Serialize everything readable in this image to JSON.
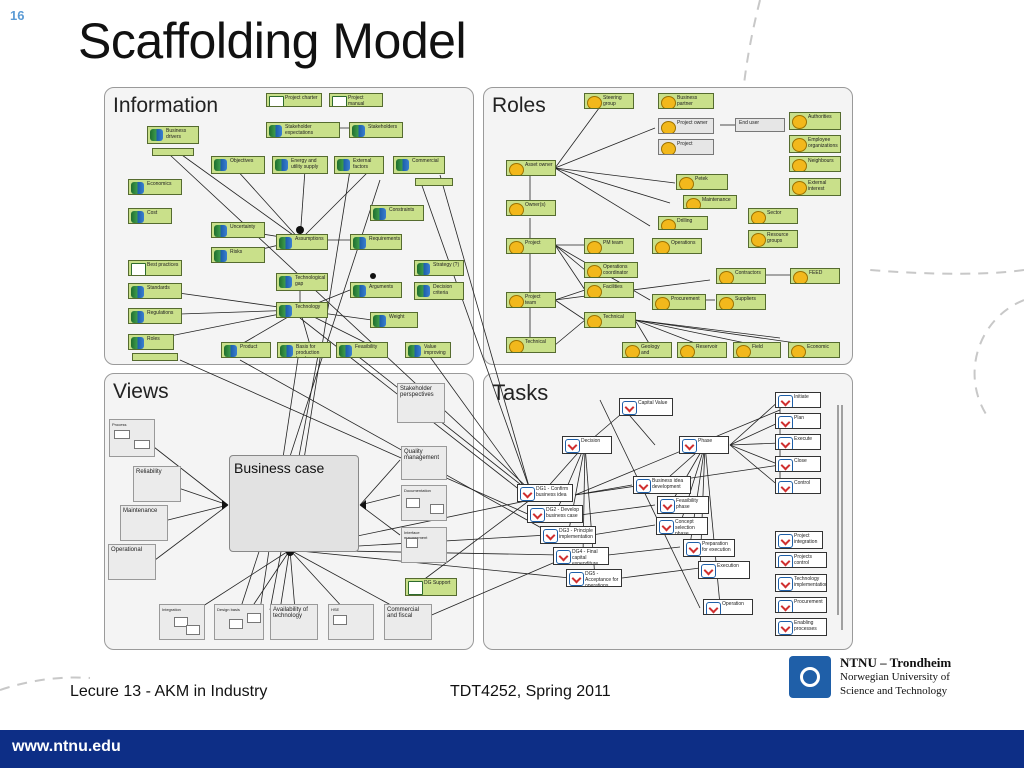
{
  "slide": {
    "number": "16",
    "title": "Scaffolding Model"
  },
  "panels": {
    "information": "Information",
    "roles": "Roles",
    "views": "Views",
    "tasks": "Tasks"
  },
  "information_nodes": {
    "project_charter": "Project charter",
    "project_manual": "Project manual",
    "stakeholder_expectations": "Stakeholder expectations",
    "stakeholders": "Stakeholders",
    "business_drivers": "Business drivers",
    "objectives": "Objectives",
    "energy_supply": "Energy and utility supply",
    "external_factors": "External factors",
    "commercial": "Commercial",
    "economics": "Economics",
    "cost": "Cost",
    "constraints": "Constraints",
    "uncertainty": "Uncertainty",
    "assumptions": "Assumptions",
    "requirements": "Requirements",
    "risks": "Risks",
    "best_practices": "Best practices",
    "technological_gap": "Technological gap",
    "strategy": "Strategy (?)",
    "arguments": "Arguments",
    "decision_criteria": "Decision criteria",
    "standards": "Standards",
    "technology": "Technology",
    "regulations": "Regulations",
    "weight": "Weight",
    "roles": "Roles",
    "product": "Product",
    "basis_production": "Basis for production level",
    "feasibility": "Feasibility",
    "value_improving": "Value improving"
  },
  "role_nodes": {
    "steering_group": "Steering group",
    "business_partner": "Business partner",
    "project_owner": "Project owner",
    "end_user": "End user",
    "authorities": "Authorities",
    "project": "Project",
    "employee_organizations": "Employee organizations",
    "asset_owner": "Asset owner",
    "neighbours": "Neighbours",
    "petek": "Petek",
    "external_interest": "External interest",
    "maintenance": "Maintenance",
    "owner_s": "Owner(s)",
    "sector": "Sector",
    "drilling": "Drilling",
    "resource_groups": "Resource groups",
    "project_role": "Project",
    "pm_team": "PM team",
    "operations": "Operations",
    "operations_coordinator": "Operations coordinator",
    "contractors": "Contractors",
    "feed": "FEED",
    "project_team": "Project team",
    "facilities": "Facilities",
    "procurement": "Procurement",
    "suppliers": "Suppliers",
    "technical_sub": "Technical",
    "technical": "Technical",
    "geology": "Geology and",
    "reservoir": "Reservoir",
    "field": "Field",
    "economic": "Economic"
  },
  "views": {
    "stakeholder_perspectives": "Stakeholder perspectives",
    "process": "Process",
    "reliability": "Reliability",
    "quality_management": "Quality management",
    "business_case": "Business case",
    "maintenance": "Maintenance",
    "documentation": "Documentation",
    "operational": "Operational",
    "interface_management": "Interface management",
    "tollgate_support": "DG Support",
    "integration": "Integration",
    "design_basis": "Design basis",
    "availability_technology": "Availability of technology",
    "hse": "HSE",
    "commercial_fiscal": "Commercial and fiscal"
  },
  "tasks": {
    "capital_value": "Capital Value",
    "decision": "Decision",
    "phase": "Phase",
    "initiate": "Initiate",
    "plan": "Plan",
    "execute": "Execute",
    "close": "Close",
    "control": "Control",
    "dg1": "DG1 - Confirm business idea",
    "dg2": "DG2 - Develop business case",
    "business_idea_development": "Business idea development",
    "feasibility_phase": "Feasibility phase",
    "dg3": "DG3 - Principle implementation",
    "concept_selection": "Concept selection phase",
    "dg4": "DG4 - Final capital expenditure",
    "preparation_execution": "Preparation for execution",
    "dg5": "DG5 - Acceptance for operations",
    "execution": "Execution",
    "operation": "Operation",
    "project_integration": "Project integration",
    "projects_control": "Projects control",
    "technology_implementation": "Technology implementation",
    "procurement": "Procurement",
    "enabling_processes": "Enabling processes"
  },
  "footer": {
    "left": "Lecure 13 - AKM in Industry",
    "center": "TDT4252, Spring 2011",
    "ntnu_line1": "NTNU – Trondheim",
    "ntnu_line2": "Norwegian University of",
    "ntnu_line3": "Science and Technology",
    "url": "www.ntnu.edu"
  },
  "colors": {
    "bar": "#0d2e86",
    "node_green": "#c9e08a",
    "panel_bg": "#f4f4f4",
    "logo": "#1f5fa8"
  }
}
